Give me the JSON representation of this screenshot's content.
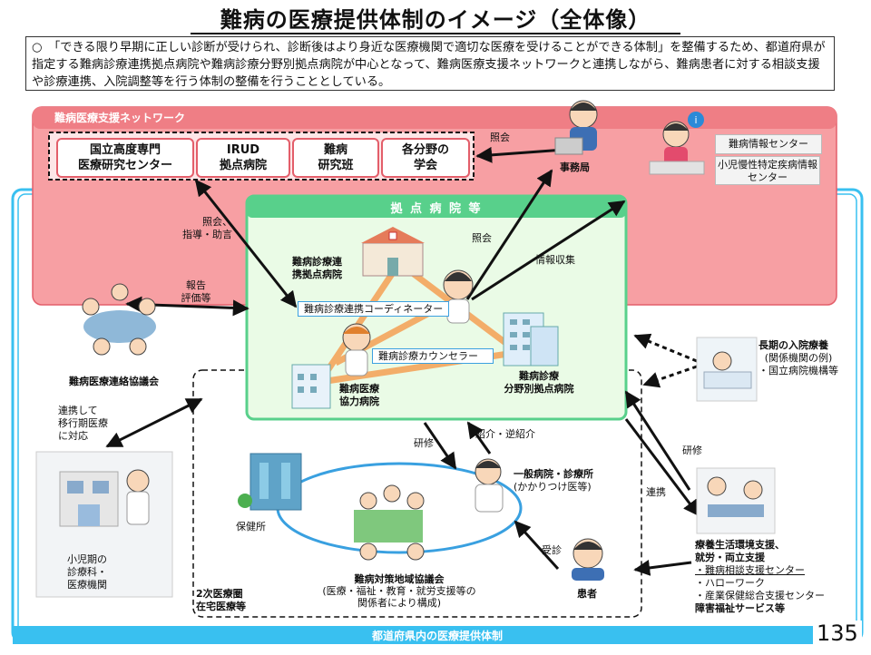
{
  "title": "難病の医療提供体制のイメージ（全体像）",
  "intro": "○　「できる限り早期に正しい診断が受けられ、診断後はより身近な医療機関で適切な医療を受けることができる体制」を整備するため、都道府県が指定する難病診療連携拠点病院や難病診療分野別拠点病院が中心となって、難病医療支援ネットワークと連携しながら、難病患者に対する相談支援や診療連携、入院調整等を行う体制の整備を行うこととしている。",
  "network": {
    "label": "難病医療支援ネットワーク",
    "boxes": [
      {
        "l1": "国立高度専門",
        "l2": "医療研究センター"
      },
      {
        "l1": "IRUD",
        "l2": "拠点病院"
      },
      {
        "l1": "難病",
        "l2": "研究班"
      },
      {
        "l1": "各分野の",
        "l2": "学会"
      }
    ],
    "office": "事務局",
    "info_centers": [
      "難病情報センター",
      "小児慢性特定疾病情報センター"
    ]
  },
  "hub": {
    "label": "拠 点 病 院 等",
    "renkei_l1": "難病診療連",
    "renkei_l2": "携拠点病院",
    "coordinator": "難病診療連携コーディネーター",
    "counselor": "難病診療カウンセラー",
    "kyoryoku_l1": "難病医療",
    "kyoryoku_l2": "協力病院",
    "bunya_l1": "難病診療",
    "bunya_l2": "分野別拠点病院"
  },
  "labels": {
    "shokai1": "照会",
    "shokai_shido_l1": "照会、",
    "shokai_shido_l2": "指導・助言",
    "shokai2": "照会",
    "joho": "情報収集",
    "hokoku_l1": "報告",
    "hokoku_l2": "評価等",
    "renkei_ikou_l1": "連携して",
    "renkei_ikou_l2": "移行期医療",
    "renkei_ikou_l3": "に対応",
    "kenshu1": "研修",
    "shokai_gyaku": "紹介・逆紹介",
    "kenshu2": "研修",
    "renkei": "連携",
    "jushin": "受診"
  },
  "council": "難病医療連絡協議会",
  "pediatric_l1": "小児期の",
  "pediatric_l2": "診療科・",
  "pediatric_l3": "医療機関",
  "longterm": {
    "title": "長期の入院療養",
    "l2": "(関係機関の例)",
    "l3": "・国立病院機構等"
  },
  "general": {
    "title": "一般病院・診療所",
    "sub": "(かかりつけ医等)"
  },
  "regional": {
    "title": "難病対策地域協議会",
    "l2": "(医療・福祉・教育・就労支援等の",
    "l3": "関係者により構成)"
  },
  "hokenjo": "保健所",
  "zone_l1": "2次医療圏",
  "zone_l2": "在宅医療等",
  "patient": "患者",
  "support": {
    "t1": "療養生活環境支援、",
    "t2": "就労・両立支援",
    "items": [
      "・難病相談支援センター",
      "・ハローワーク",
      "・産業保健総合支援センター"
    ],
    "t3": "障害福祉サービス等"
  },
  "footer": "都道府県内の医療提供体制",
  "page_number": "135",
  "colors": {
    "network_pink": "#f79fa3",
    "network_border": "#e35e6a",
    "hub_green": "#58d08b",
    "footer_blue": "#39c0f0",
    "arrow_orange": "#f5a55c"
  }
}
